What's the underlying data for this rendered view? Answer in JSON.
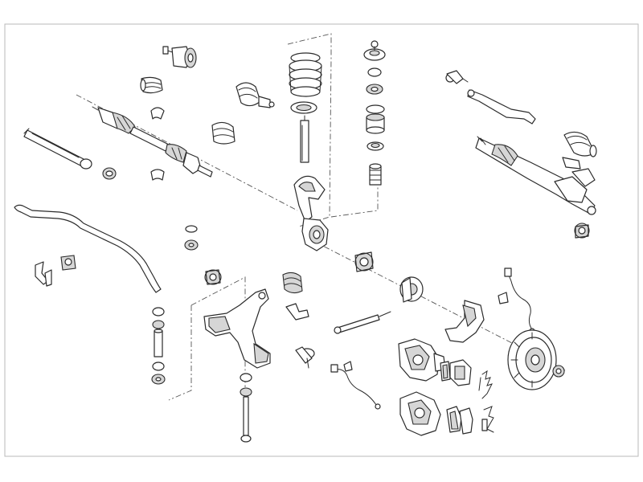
{
  "diagram": {
    "line_color": "#2b2b2b",
    "shade_color": "#d6d6d6",
    "frame_color": "#b8b8b8",
    "parts": [
      "cv-joint-outer",
      "cv-joint-boot",
      "outer-cv-joint",
      "drive-shaft",
      "boot-clamp-small",
      "shaft-boot",
      "inner-tie-rod",
      "bushing-small",
      "bracket-clip",
      "coil-spring",
      "spring-seat",
      "shock-absorber",
      "strut-top-mount",
      "strut-bearing",
      "strut-mount-rubber",
      "bump-stop-seat",
      "bump-stop",
      "steering-knuckle",
      "steering-tie-rod-end",
      "tie-rod-arm",
      "steering-rack",
      "steering-rack-boot",
      "rack-bushing",
      "stabilizer-bar",
      "stabilizer-bushing",
      "stabilizer-bracket",
      "link-bushing-upper",
      "link-bushing-lower",
      "stabilizer-link",
      "control-arm",
      "control-arm-bushing",
      "control-arm-bolt",
      "ball-joint",
      "wheel-bearing",
      "wheel-hub",
      "brake-shield",
      "brake-hose",
      "abs-sensor",
      "wear-sensor",
      "brake-caliper",
      "caliper-carrier",
      "brake-pads",
      "pad-spring",
      "pad-clip",
      "brake-disc",
      "hub-nut",
      "brake-caliper-rear",
      "brake-pads-rear",
      "silent-block"
    ]
  }
}
